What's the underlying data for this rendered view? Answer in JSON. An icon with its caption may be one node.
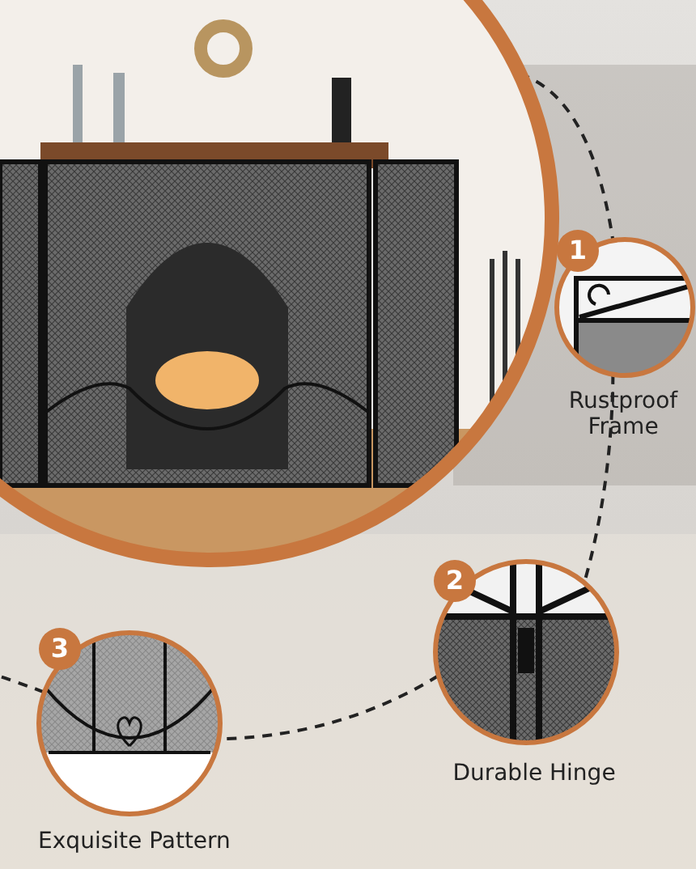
{
  "diagram": {
    "nodes": [
      {
        "text": [],
        "shape": "picture"
      },
      {
        "text": [],
        "shape": "picture",
        "beside": [
          "Rustproof Frame"
        ]
      },
      {
        "text": [],
        "shape": "picture",
        "beside": [
          "Durable Hinge"
        ]
      },
      {
        "text": [],
        "shape": "picture",
        "beside": [
          "Exquisite Pattern"
        ]
      }
    ],
    "edges": [
      {
        "from": 0,
        "to": 1,
        "arrow": "none",
        "style": "dashed"
      },
      {
        "from": 1,
        "to": 2,
        "arrow": "none",
        "style": "dashed"
      },
      {
        "from": 2,
        "to": 3,
        "arrow": "none",
        "style": "dashed"
      },
      {
        "from": 3,
        "to": null,
        "arrow": "none",
        "style": "dashed"
      }
    ],
    "labels": [
      "1",
      "2",
      "3"
    ]
  }
}
